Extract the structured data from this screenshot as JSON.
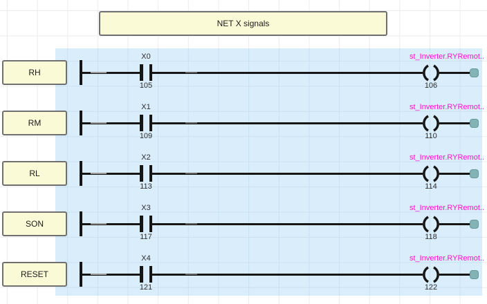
{
  "comment": "NET X signals",
  "rungs": [
    {
      "label": "RH",
      "contact_device": "X0",
      "contact_step": "105",
      "coil_label": "st_Inverter.RYRemot..",
      "coil_step": "106"
    },
    {
      "label": "RM",
      "contact_device": "X1",
      "contact_step": "109",
      "coil_label": "st_Inverter.RYRemot..",
      "coil_step": "110"
    },
    {
      "label": "RL",
      "contact_device": "X2",
      "contact_step": "113",
      "coil_label": "st_Inverter.RYRemot..",
      "coil_step": "114"
    },
    {
      "label": "SON",
      "contact_device": "X3",
      "contact_step": "117",
      "coil_label": "st_Inverter.RYRemot..",
      "coil_step": "118"
    },
    {
      "label": "RESET",
      "contact_device": "X4",
      "contact_step": "121",
      "coil_label": "st_Inverter.RYRemot..",
      "coil_step": "122"
    }
  ],
  "icons": {
    "contact": "normally-open-contact-icon",
    "coil": "output-coil-icon",
    "endpoint": "connector-dot-icon"
  },
  "colors": {
    "highlight_region": "#d9edfb",
    "box_fill": "#fbfad7",
    "box_border": "#6f6f6f",
    "line": "#161616",
    "coil_label_text": "#ff10d0",
    "grid_line": "#ececec",
    "endpoint_fill": "#83b3b5",
    "endpoint_border": "#649a9c"
  }
}
